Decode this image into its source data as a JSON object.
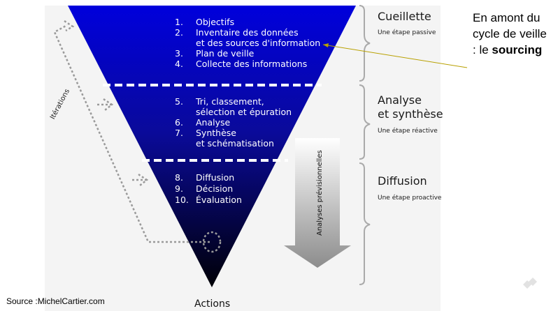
{
  "items_group1": [
    {
      "num": "1.",
      "lines": [
        "Objectifs"
      ]
    },
    {
      "num": "2.",
      "lines": [
        "Inventaire des données",
        "et des sources d'information"
      ]
    },
    {
      "num": "3.",
      "lines": [
        "Plan de veille"
      ]
    },
    {
      "num": "4.",
      "lines": [
        "Collecte des informations"
      ]
    }
  ],
  "items_group2": [
    {
      "num": "5.",
      "lines": [
        "Tri, classement,",
        "sélection et épuration"
      ]
    },
    {
      "num": "6.",
      "lines": [
        "Analyse"
      ]
    },
    {
      "num": "7.",
      "lines": [
        "Synthèse",
        "et schématisation"
      ]
    }
  ],
  "items_group3": [
    {
      "num": "8.",
      "lines": [
        "Diffusion"
      ]
    },
    {
      "num": "9.",
      "lines": [
        "Décision"
      ]
    },
    {
      "num": "10.",
      "lines": [
        "Évaluation"
      ]
    }
  ],
  "stages": [
    {
      "title": "Cueillette",
      "subtitle": "Une étape passive"
    },
    {
      "title": "Analyse\net synthèse",
      "subtitle": "Une étape réactive"
    },
    {
      "title": "Diffusion",
      "subtitle": "Une étape proactive"
    }
  ],
  "callout": {
    "text": "En amont du cycle de veille : le",
    "bold": "sourcing"
  },
  "labels": {
    "iterations": "Itérations",
    "analyses": "Analyses prévisionnelles",
    "actions": "Actions",
    "source": "Source :MichelCartier.com"
  },
  "colors": {
    "funnel_top": "#0000d8",
    "funnel_bottom": "#000008",
    "arrow_fill": "#a8a8a8"
  }
}
